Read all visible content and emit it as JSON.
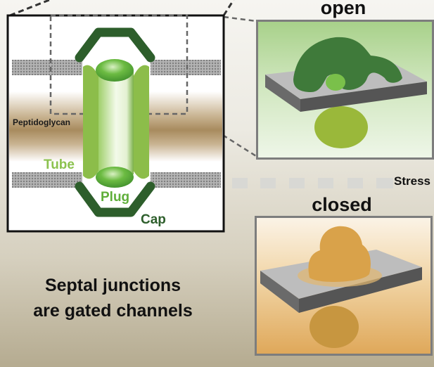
{
  "figure": {
    "schematic": {
      "labels": {
        "peptidoglycan": "Peptidoglycan",
        "tube": "Tube",
        "plug": "Plug",
        "cap": "Cap"
      },
      "colors": {
        "cap": "#2d5e2b",
        "tube": "#8cbd4a",
        "plug": "#5fae3a",
        "tube_label": "#8cc24f",
        "plug_label": "#5fae3a",
        "cap_label": "#2d5e2b",
        "membrane": "#9a9a9a",
        "peptidoglycan": "#a88b5e"
      }
    },
    "open_panel": {
      "title": "open",
      "colors": {
        "protein": "#3f7a3a",
        "plug": "#7ac04a",
        "lower": "#9ab83a",
        "background": "#a8d18a"
      }
    },
    "closed_panel": {
      "title": "closed",
      "colors": {
        "protein": "#d9a24a",
        "background": "#dfa85a"
      }
    },
    "transition_label": "Stress",
    "caption": {
      "line1": "Septal junctions",
      "line2": "are gated channels"
    }
  }
}
